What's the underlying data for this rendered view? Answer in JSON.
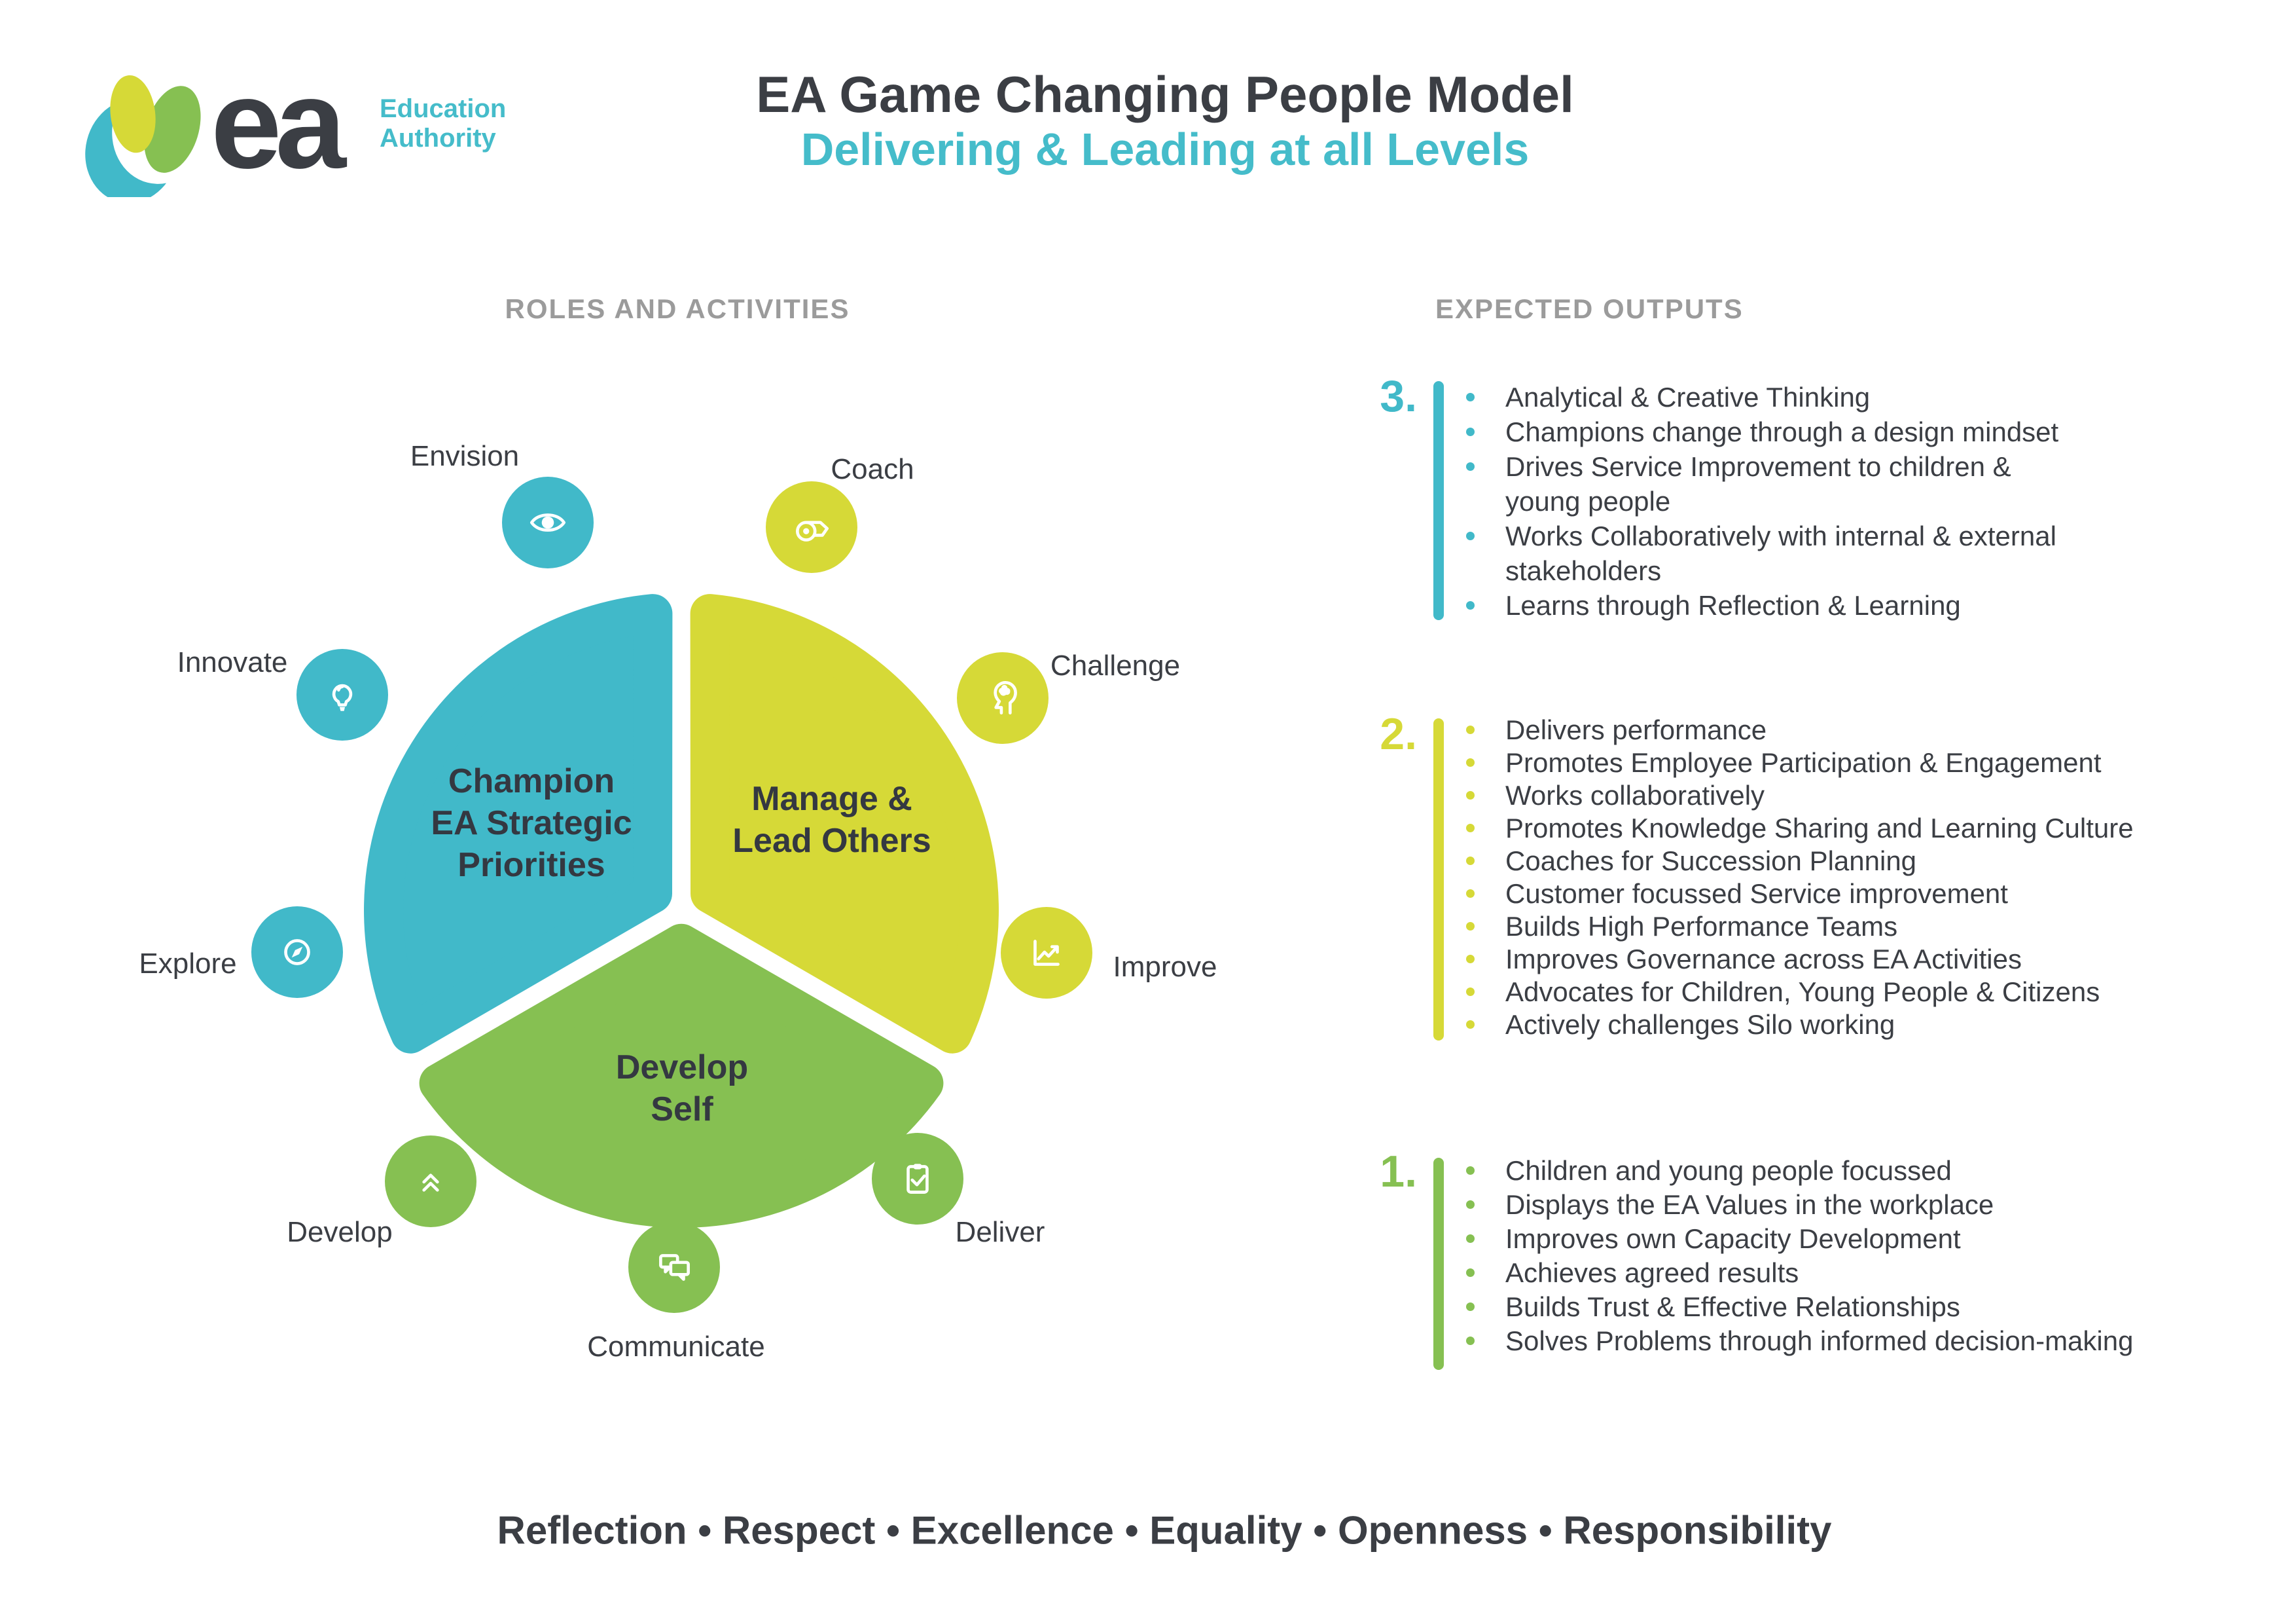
{
  "colors": {
    "teal": "#41b9c9",
    "yellow": "#d6d937",
    "green": "#86c052",
    "charcoal": "#3b3e44",
    "gray": "#9b9b9b"
  },
  "logo": {
    "ea": "ea",
    "org_line1": "Education",
    "org_line2": "Authority"
  },
  "header": {
    "title": "EA Game Changing People Model",
    "subtitle": "Delivering & Leading at all Levels"
  },
  "left": {
    "heading": "ROLES AND ACTIVITIES",
    "wedges": [
      {
        "id": "champion",
        "label": "Champion\nEA Strategic\nPriorities"
      },
      {
        "id": "manage",
        "label": "Manage &\nLead Others"
      },
      {
        "id": "develop-self",
        "label": "Develop\nSelf"
      }
    ],
    "roles": [
      {
        "label": "Envision",
        "icon": "eye-icon"
      },
      {
        "label": "Coach",
        "icon": "whistle-icon"
      },
      {
        "label": "Challenge",
        "icon": "head-idea-icon"
      },
      {
        "label": "Improve",
        "icon": "chart-up-icon"
      },
      {
        "label": "Deliver",
        "icon": "clipboard-check-icon"
      },
      {
        "label": "Communicate",
        "icon": "chat-bubbles-icon"
      },
      {
        "label": "Develop",
        "icon": "double-chevron-up-icon"
      },
      {
        "label": "Explore",
        "icon": "compass-icon"
      },
      {
        "label": "Innovate",
        "icon": "lightbulb-icon"
      }
    ]
  },
  "right": {
    "heading": "EXPECTED OUTPUTS",
    "groups": [
      {
        "number": "3.",
        "items": [
          "Analytical & Creative Thinking",
          "Champions change through a design mindset",
          "Drives Service Improvement to children &\nyoung people",
          "Works Collaboratively with internal & external\nstakeholders",
          "Learns through Reflection & Learning"
        ]
      },
      {
        "number": "2.",
        "items": [
          "Delivers performance",
          "Promotes Employee Participation & Engagement",
          "Works collaboratively",
          "Promotes Knowledge Sharing and Learning Culture",
          "Coaches for Succession Planning",
          "Customer focussed Service improvement",
          "Builds High Performance Teams",
          "Improves Governance across EA Activities",
          "Advocates for Children, Young People & Citizens",
          "Actively challenges Silo working"
        ]
      },
      {
        "number": "1.",
        "items": [
          "Children and young people focussed",
          "Displays the EA Values in the workplace",
          "Improves own Capacity Development",
          "Achieves agreed results",
          "Builds Trust & Effective Relationships",
          "Solves Problems through informed decision-making"
        ]
      }
    ]
  },
  "footer": {
    "values": "Reflection • Respect •  Excellence  • Equality • Openness • Responsibility"
  }
}
